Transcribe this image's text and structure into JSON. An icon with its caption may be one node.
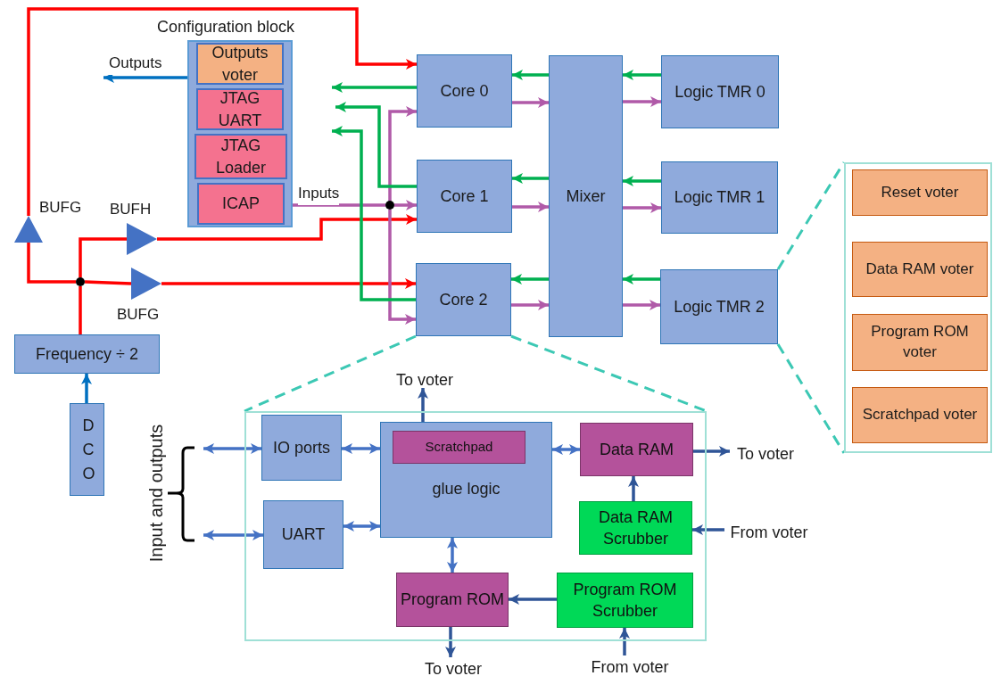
{
  "diagram": {
    "nodes": [
      {
        "text": [
          "Configuration block"
        ]
      },
      {
        "text": [
          "Outputs voter"
        ],
        "in": 0
      },
      {
        "text": [
          "JTAG UART"
        ],
        "in": 0
      },
      {
        "text": [
          "JTAG Loader"
        ],
        "in": 0
      },
      {
        "text": [
          "ICAP"
        ],
        "in": 0
      },
      {
        "text": [
          "Core 0"
        ]
      },
      {
        "text": [
          "Core 1"
        ]
      },
      {
        "text": [
          "Core 2"
        ]
      },
      {
        "text": [
          "Mixer"
        ]
      },
      {
        "text": [
          "Logic TMR 0"
        ]
      },
      {
        "text": [
          "Logic TMR 1"
        ]
      },
      {
        "text": [
          "Logic TMR 2"
        ]
      },
      {
        "text": [
          "Frequency ÷ 2"
        ]
      },
      {
        "text": [
          "DCO"
        ]
      },
      {
        "text": [],
        "shape": "triangle",
        "beside": [
          "BUFG"
        ]
      },
      {
        "text": [],
        "shape": "triangle",
        "beside": [
          "BUFH"
        ]
      },
      {
        "text": [],
        "shape": "triangle",
        "beside": [
          "BUFG"
        ]
      },
      {
        "text": [],
        "shape": "circle"
      },
      {
        "text": [],
        "shape": "circle"
      },
      {
        "text": [],
        "shape": "box"
      },
      {
        "text": [
          "Reset voter"
        ],
        "in": 19
      },
      {
        "text": [
          "Data RAM voter"
        ],
        "in": 19
      },
      {
        "text": [
          "Program ROM voter"
        ],
        "in": 19
      },
      {
        "text": [
          "Scratchpad voter"
        ],
        "in": 19
      },
      {
        "text": [],
        "shape": "box"
      },
      {
        "text": [
          "IO ports"
        ],
        "in": 24
      },
      {
        "text": [
          "UART"
        ],
        "in": 24
      },
      {
        "text": [
          "glue logic"
        ],
        "in": 24
      },
      {
        "text": [
          "Scratchpad"
        ],
        "in": 27
      },
      {
        "text": [
          "Data RAM"
        ],
        "in": 24
      },
      {
        "text": [
          "Data RAM Scrubber"
        ],
        "in": 24
      },
      {
        "text": [
          "Program ROM"
        ],
        "in": 24
      },
      {
        "text": [
          "Program ROM Scrubber"
        ],
        "in": 24
      },
      {
        "text": [
          "To voter"
        ]
      },
      {
        "text": [
          "To voter"
        ]
      },
      {
        "text": [
          "From voter"
        ]
      },
      {
        "text": [
          "To voter"
        ]
      },
      {
        "text": [
          "From voter"
        ]
      },
      {
        "text": [
          "Input and outputs"
        ]
      }
    ],
    "edges": [
      {
        "from": 12,
        "to": 17,
        "arrow": "none",
        "color": "#ff0000"
      },
      {
        "from": 17,
        "to": 14,
        "arrow": "none",
        "color": "#ff0000"
      },
      {
        "from": 14,
        "to": 5,
        "arrow": "to",
        "color": "#ff0000"
      },
      {
        "from": 17,
        "to": 15,
        "arrow": "none",
        "color": "#ff0000"
      },
      {
        "from": 15,
        "to": 6,
        "arrow": "to",
        "color": "#ff0000"
      },
      {
        "from": 17,
        "to": 16,
        "arrow": "none",
        "color": "#ff0000"
      },
      {
        "from": 16,
        "to": 7,
        "arrow": "to",
        "color": "#ff0000"
      },
      {
        "from": 4,
        "to": 18,
        "arrow": "none",
        "label": "Inputs"
      },
      {
        "from": 18,
        "to": 6,
        "arrow": "to"
      },
      {
        "from": 18,
        "to": 5,
        "arrow": "to"
      },
      {
        "from": 18,
        "to": 7,
        "arrow": "to"
      },
      {
        "from": 5,
        "to": null,
        "arrow": "to",
        "color": "#00b050"
      },
      {
        "from": 6,
        "to": null,
        "arrow": "to",
        "color": "#00b050"
      },
      {
        "from": 7,
        "to": null,
        "arrow": "to",
        "color": "#00b050"
      },
      {
        "from": 8,
        "to": 5,
        "arrow": "to",
        "color": "#00b050"
      },
      {
        "from": 5,
        "to": 8,
        "arrow": "to"
      },
      {
        "from": 8,
        "to": 6,
        "arrow": "to",
        "color": "#00b050"
      },
      {
        "from": 6,
        "to": 8,
        "arrow": "to"
      },
      {
        "from": 8,
        "to": 7,
        "arrow": "to",
        "color": "#00b050"
      },
      {
        "from": 7,
        "to": 8,
        "arrow": "to"
      },
      {
        "from": 9,
        "to": 8,
        "arrow": "to",
        "color": "#00b050"
      },
      {
        "from": 8,
        "to": 9,
        "arrow": "to"
      },
      {
        "from": 10,
        "to": 8,
        "arrow": "to",
        "color": "#00b050"
      },
      {
        "from": 8,
        "to": 10,
        "arrow": "to"
      },
      {
        "from": 11,
        "to": 8,
        "arrow": "to",
        "color": "#00b050"
      },
      {
        "from": 8,
        "to": 11,
        "arrow": "to"
      },
      {
        "from": 13,
        "to": 12,
        "arrow": "to",
        "color": "#0070c0"
      },
      {
        "from": 0,
        "to": null,
        "arrow": "to",
        "label": "Outputs",
        "color": "#0070c0"
      },
      {
        "from": 7,
        "to": 24,
        "arrow": "none",
        "style": "dashed",
        "color": "#3cc8b4"
      },
      {
        "from": 7,
        "to": 24,
        "arrow": "none",
        "style": "dashed",
        "color": "#3cc8b4"
      },
      {
        "from": 11,
        "to": 19,
        "arrow": "none",
        "style": "dashed",
        "color": "#3cc8b4"
      },
      {
        "from": 11,
        "to": 19,
        "arrow": "none",
        "style": "dashed",
        "color": "#3cc8b4"
      },
      {
        "from": 38,
        "to": 25,
        "arrow": "both",
        "color": "#4472c4"
      },
      {
        "from": 38,
        "to": 26,
        "arrow": "both",
        "color": "#4472c4"
      },
      {
        "from": 25,
        "to": 27,
        "arrow": "both",
        "color": "#4472c4"
      },
      {
        "from": 26,
        "to": 27,
        "arrow": "both",
        "color": "#4472c4"
      },
      {
        "from": 27,
        "to": 29,
        "arrow": "both",
        "color": "#4472c4"
      },
      {
        "from": 28,
        "to": 33,
        "arrow": "to",
        "color": "#2f5597"
      },
      {
        "from": 29,
        "to": 34,
        "arrow": "to",
        "color": "#2f5597"
      },
      {
        "from": 30,
        "to": 29,
        "arrow": "to",
        "color": "#2f5597"
      },
      {
        "from": 35,
        "to": 30,
        "arrow": "to",
        "color": "#2f5597"
      },
      {
        "from": 27,
        "to": 31,
        "arrow": "both",
        "color": "#4472c4"
      },
      {
        "from": 32,
        "to": 31,
        "arrow": "to",
        "color": "#2f5597"
      },
      {
        "from": 31,
        "to": 36,
        "arrow": "to",
        "color": "#2f5597"
      },
      {
        "from": 37,
        "to": 32,
        "arrow": "to",
        "color": "#2f5597"
      }
    ]
  }
}
